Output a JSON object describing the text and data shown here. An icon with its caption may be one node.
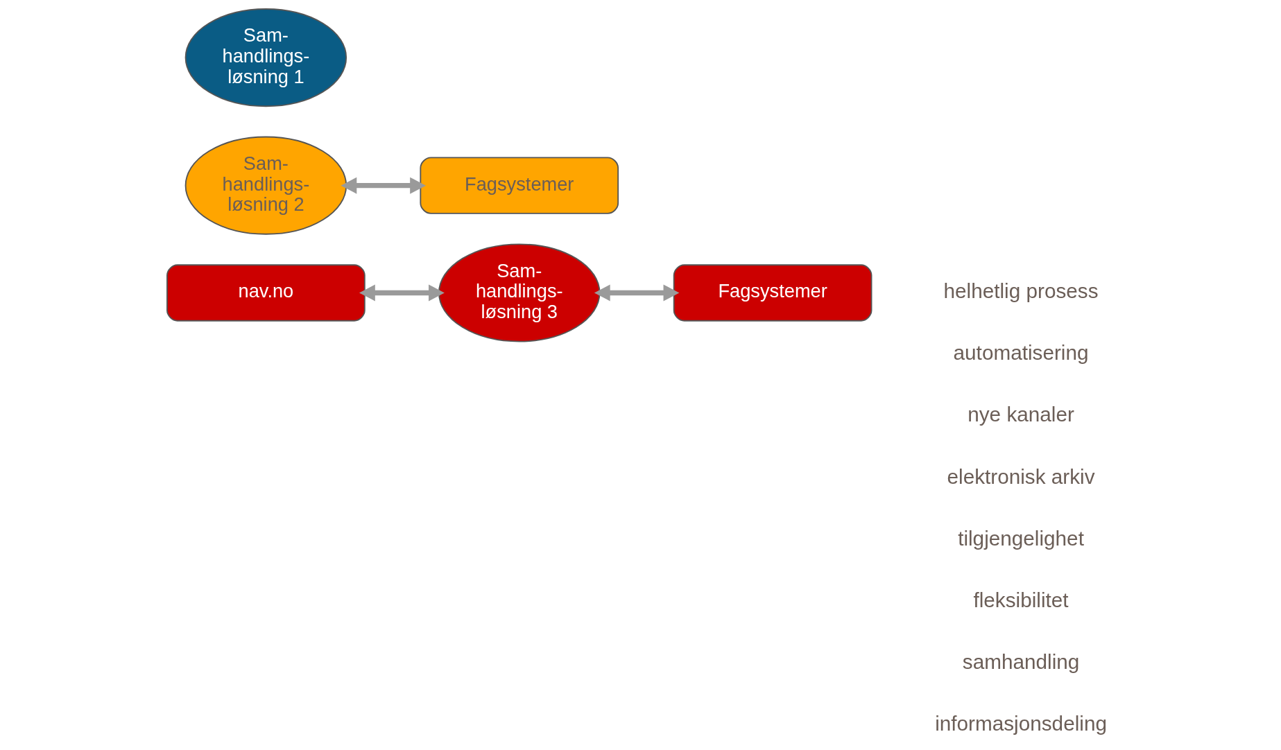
{
  "diagram": {
    "nodes": [
      {
        "text": [
          "nav.no"
        ]
      },
      {
        "text": [
          "Sam- handlings- løsning 3"
        ]
      },
      {
        "text": [
          "Fagsystemer"
        ]
      },
      {
        "text": [
          "Sam- handlings- løsning 2"
        ]
      },
      {
        "text": [
          "Fagsystemer"
        ]
      },
      {
        "text": [
          "Sam- handlings- løsning 1"
        ]
      }
    ],
    "edges": [
      {
        "from": 0,
        "to": 1,
        "arrow": "both"
      },
      {
        "from": 1,
        "to": 2,
        "arrow": "both"
      },
      {
        "from": 3,
        "to": 4,
        "arrow": "both"
      }
    ],
    "labels": [
      "helhetlig prosess",
      "automatisering",
      "nye kanaler",
      "elektronisk arkiv",
      "tilgjengelighet",
      "fleksibilitet",
      "samhandling",
      "informasjonsdeling"
    ]
  }
}
